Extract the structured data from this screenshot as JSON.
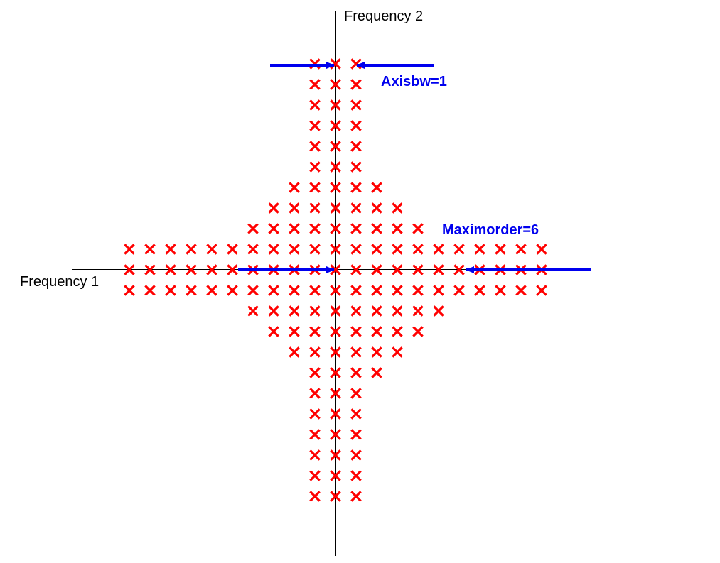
{
  "diagram": {
    "axes": {
      "x_label": "Frequency 1",
      "y_label": "Frequency 2",
      "color": "#000000"
    },
    "marker": {
      "symbol": "x",
      "color": "#ff0000",
      "icon": "cross-icon"
    },
    "grid_rows": [
      {
        "index": 10,
        "min": -1,
        "max": 1
      },
      {
        "index": 9,
        "min": -1,
        "max": 1
      },
      {
        "index": 8,
        "min": -1,
        "max": 1
      },
      {
        "index": 7,
        "min": -1,
        "max": 1
      },
      {
        "index": 6,
        "min": -1,
        "max": 1
      },
      {
        "index": 5,
        "min": -1,
        "max": 1
      },
      {
        "index": 4,
        "min": -2,
        "max": 2
      },
      {
        "index": 3,
        "min": -3,
        "max": 3
      },
      {
        "index": 2,
        "min": -4,
        "max": 4
      },
      {
        "index": 1,
        "min": -10,
        "max": 10
      },
      {
        "index": 0,
        "min": -10,
        "max": 10
      },
      {
        "index": -1,
        "min": -10,
        "max": 10
      },
      {
        "index": -2,
        "min": -4,
        "max": 5
      },
      {
        "index": -3,
        "min": -3,
        "max": 4
      },
      {
        "index": -4,
        "min": -2,
        "max": 3
      },
      {
        "index": -5,
        "min": -1,
        "max": 2
      },
      {
        "index": -6,
        "min": -1,
        "max": 1
      },
      {
        "index": -7,
        "min": -1,
        "max": 1
      },
      {
        "index": -8,
        "min": -1,
        "max": 1
      },
      {
        "index": -9,
        "min": -1,
        "max": 1
      },
      {
        "index": -10,
        "min": -1,
        "max": 1
      },
      {
        "index": -11,
        "min": -1,
        "max": 1
      }
    ],
    "annotations": {
      "axisbw": {
        "text": "Axisbw=1",
        "color": "#0000ee"
      },
      "maximorder": {
        "text": "Maximorder=6",
        "color": "#0000ee"
      }
    }
  }
}
